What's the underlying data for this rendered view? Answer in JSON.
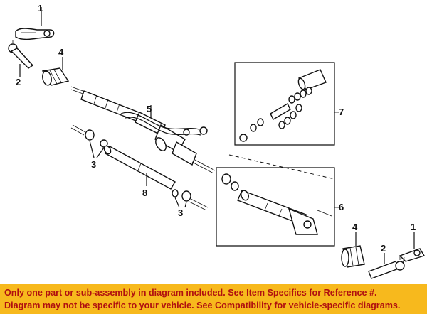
{
  "callouts": {
    "c1_top": "1",
    "c2_left": "2",
    "c4_left": "4",
    "c5": "5",
    "c3_upper": "3",
    "c8": "8",
    "c3_lower": "3",
    "c7": "7",
    "c6": "6",
    "c4_right": "4",
    "c2_right": "2",
    "c1_right": "1"
  },
  "disclaimer": {
    "line1": "Only one part or sub-assembly in diagram included. See Item Specifics for Reference #.",
    "line2": "Diagram may not be specific to your vehicle. See Compatibility for vehicle-specific diagrams."
  },
  "colors": {
    "banner_background": "#f7b91d",
    "banner_text": "#b01010"
  }
}
